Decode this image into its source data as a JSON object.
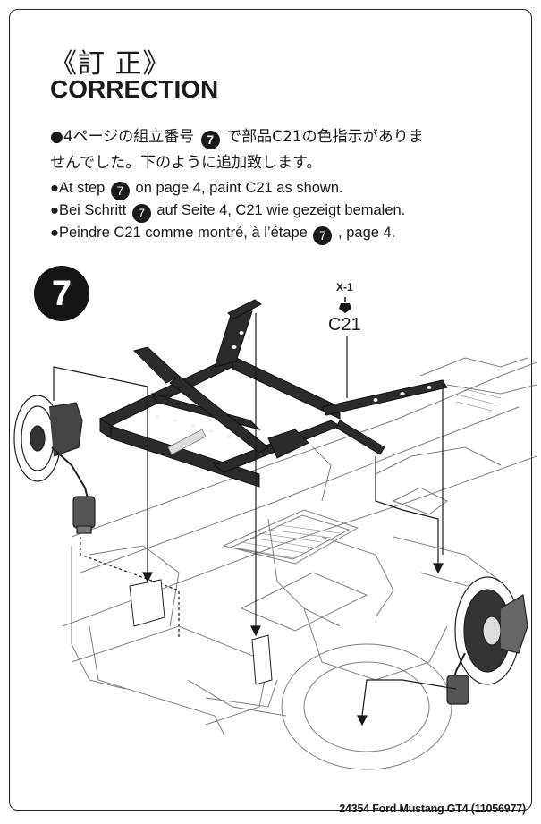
{
  "heading": {
    "jp": "《訂 正》",
    "en": "CORRECTION"
  },
  "instructions": {
    "jp_part1": "●4ページの組立番号",
    "jp_step": "7",
    "jp_part2": "で部品C21の色指示がありま",
    "jp_line2": "せんでした。下のように追加致します。",
    "en_part1": "●At step",
    "en_step": "7",
    "en_part2": "on page 4, paint C21 as shown.",
    "de_part1": "●Bei Schritt",
    "de_step": "7",
    "de_part2": "auf Seite 4, C21 wie gezeigt bemalen.",
    "fr_part1": "●Peindre C21 comme montré, à l’étape",
    "fr_step": "7",
    "fr_part2": ", page 4."
  },
  "diagram": {
    "step_number": "7",
    "paint_code": "X-1",
    "part_label": "C21",
    "frame_color": "#2b2b2b",
    "line_color": "#3a3a3a"
  },
  "footer": {
    "text": "24354  Ford Mustang GT4 (11056977)"
  }
}
